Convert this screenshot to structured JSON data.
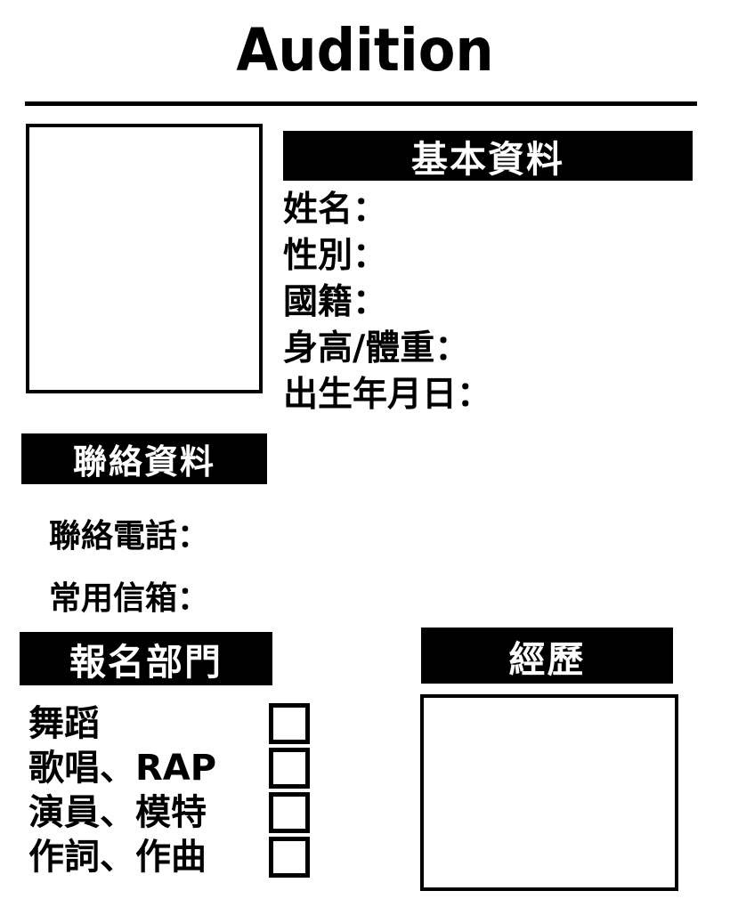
{
  "document": {
    "title": "Audition",
    "type": "audition-application-form"
  },
  "sections": {
    "basic": {
      "header": "基本資料",
      "fields": [
        {
          "label": "姓名：",
          "value": ""
        },
        {
          "label": "性別：",
          "value": ""
        },
        {
          "label": "國籍：",
          "value": ""
        },
        {
          "label": "身高/體重：",
          "value": ""
        },
        {
          "label": "出生年月日：",
          "value": ""
        }
      ]
    },
    "contact": {
      "header": "聯絡資料",
      "fields": [
        {
          "label": "聯絡電話：",
          "value": ""
        },
        {
          "label": "常用信箱：",
          "value": ""
        }
      ]
    },
    "department": {
      "header": "報名部門",
      "options": [
        {
          "label": "舞蹈",
          "checked": false
        },
        {
          "label": "歌唱、RAP",
          "checked": false
        },
        {
          "label": "演員、模特",
          "checked": false
        },
        {
          "label": "作詞、作曲",
          "checked": false
        }
      ]
    },
    "experience": {
      "header": "經歷",
      "value": ""
    },
    "photo": {
      "value": ""
    }
  },
  "colors": {
    "ink": "#000000",
    "paper": "#ffffff",
    "header_text": "#ffffff"
  }
}
